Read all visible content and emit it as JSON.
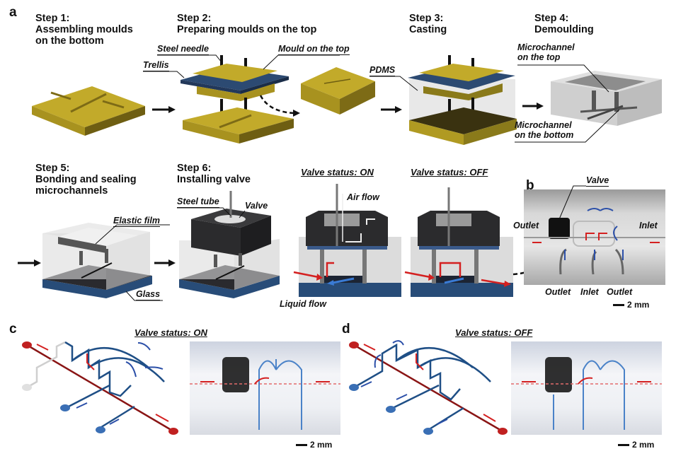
{
  "figure": {
    "panels": {
      "a": {
        "letter": "a",
        "steps": [
          {
            "title": "Step 1:",
            "desc": "Assembling moulds\non the bottom"
          },
          {
            "title": "Step 2:",
            "desc": "Preparing moulds on the top"
          },
          {
            "title": "Step 3:",
            "desc": "Casting"
          },
          {
            "title": "Step 4:",
            "desc": "Demoulding"
          },
          {
            "title": "Step 5:",
            "desc": "Bonding and sealing\nmicrochannels"
          },
          {
            "title": "Step 6:",
            "desc": "Installing valve"
          }
        ],
        "labels": {
          "steel_needle": "Steel needle",
          "trellis": "Trellis",
          "mould_top": "Mould on the top",
          "pdms": "PDMS",
          "microchannel_top": "Microchannel\non the top",
          "microchannel_bottom": "Microchannel\non the bottom",
          "elastic_film": "Elastic film",
          "glass": "Glass",
          "steel_tube": "Steel tube",
          "valve": "Valve",
          "air_flow": "Air flow",
          "liquid_flow": "Liquid flow"
        },
        "valve_on": "Valve status: ON",
        "valve_off": "Valve status: OFF"
      },
      "b": {
        "letter": "b",
        "valve": "Valve",
        "outlet_left": "Outlet",
        "inlet_right": "Inlet",
        "bottom_labels": [
          "Outlet",
          "Inlet",
          "Outlet"
        ],
        "scale": "2 mm"
      },
      "c": {
        "letter": "c",
        "status": "Valve status: ON",
        "scale": "2 mm"
      },
      "d": {
        "letter": "d",
        "status": "Valve status: OFF",
        "scale": "2 mm"
      }
    },
    "colors": {
      "gold": "#a8921f",
      "gold_dark": "#6e5e12",
      "gold_top": "#c2aa2a",
      "trellis_blue": "#2c4a72",
      "glass_blue": "#284c78",
      "valve_dark": "#2b2b2d",
      "flow_red": "#d42020",
      "flow_blue": "#2b4fa8",
      "channel_red": "#8a1515",
      "channel_blue": "#1f4f86"
    }
  }
}
